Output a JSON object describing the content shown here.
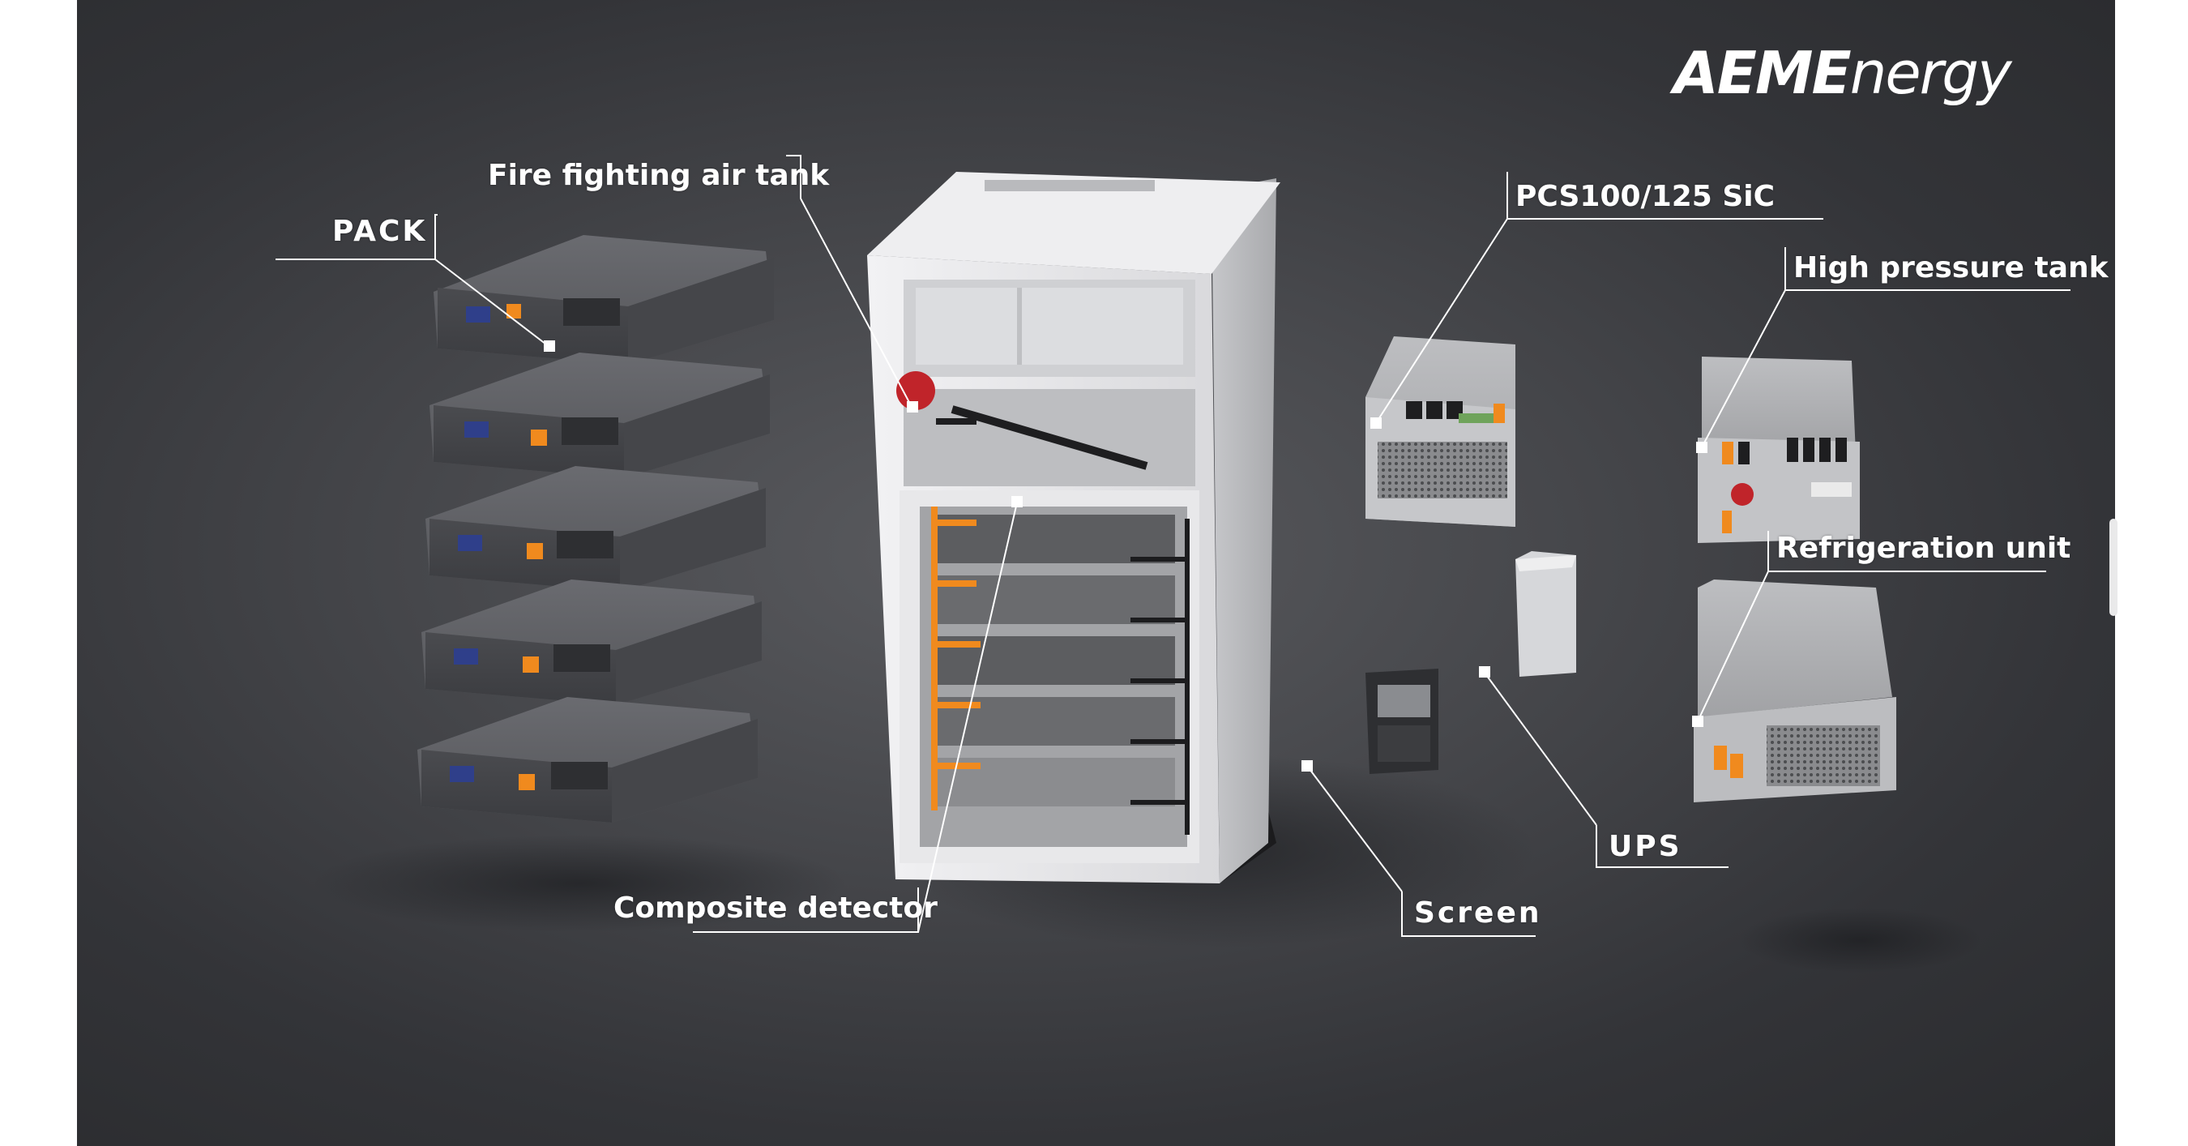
{
  "brand": {
    "part1": "AEME",
    "part2": "nergy"
  },
  "labels": {
    "pack": "PACK",
    "fire_tank": "Fire fighting air tank",
    "composite_detector": "Composite detector",
    "pcs": "PCS100/125 SiC",
    "high_pressure_tank": "High pressure tank",
    "refrigeration_unit": "Refrigeration unit",
    "ups": "UPS",
    "screen": "Screen"
  },
  "colors": {
    "background": "#444549",
    "cabinet": "#e6e6e8",
    "pack_body": "#5b5c60",
    "accent_orange": "#f08a1e",
    "callout_line": "#ffffff"
  }
}
